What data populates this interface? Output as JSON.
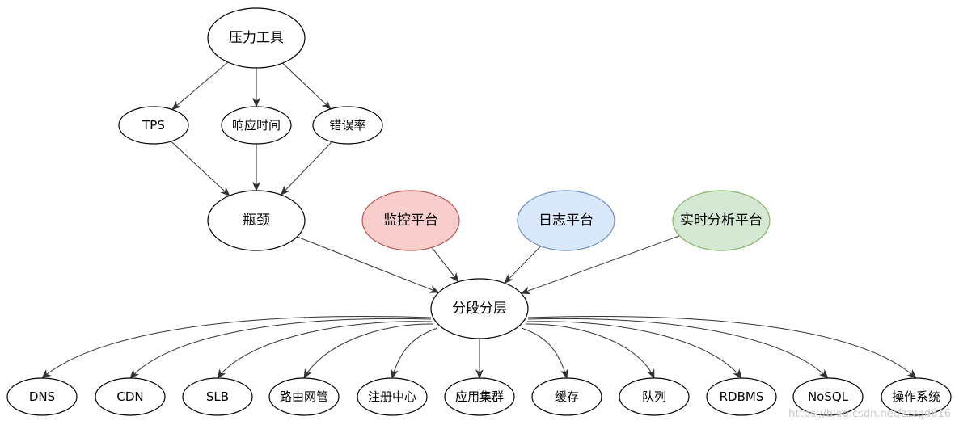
{
  "diagram": {
    "nodes": [
      {
        "id": "pressure-tool",
        "label": "压力工具"
      },
      {
        "id": "tps",
        "label": "TPS"
      },
      {
        "id": "response-time",
        "label": "响应时间"
      },
      {
        "id": "error-rate",
        "label": "错误率"
      },
      {
        "id": "bottleneck",
        "label": "瓶颈"
      },
      {
        "id": "monitoring-platform",
        "label": "监控平台",
        "fill": "#f8cecc",
        "stroke": "#b85450"
      },
      {
        "id": "log-platform",
        "label": "日志平台",
        "fill": "#dae8fc",
        "stroke": "#6c8ebf"
      },
      {
        "id": "realtime-analytics-platform",
        "label": "实时分析平台",
        "fill": "#d5e8d4",
        "stroke": "#82b366"
      },
      {
        "id": "segmented-layering",
        "label": "分段分层"
      },
      {
        "id": "dns",
        "label": "DNS"
      },
      {
        "id": "cdn",
        "label": "CDN"
      },
      {
        "id": "slb",
        "label": "SLB"
      },
      {
        "id": "routing-gateway",
        "label": "路由网管"
      },
      {
        "id": "registry",
        "label": "注册中心"
      },
      {
        "id": "app-cluster",
        "label": "应用集群"
      },
      {
        "id": "cache",
        "label": "缓存"
      },
      {
        "id": "queue",
        "label": "队列"
      },
      {
        "id": "rdbms",
        "label": "RDBMS"
      },
      {
        "id": "nosql",
        "label": "NoSQL"
      },
      {
        "id": "operating-system",
        "label": "操作系统"
      }
    ],
    "edges": [
      {
        "from": "pressure-tool",
        "to": "tps"
      },
      {
        "from": "pressure-tool",
        "to": "response-time"
      },
      {
        "from": "pressure-tool",
        "to": "error-rate"
      },
      {
        "from": "tps",
        "to": "bottleneck"
      },
      {
        "from": "response-time",
        "to": "bottleneck"
      },
      {
        "from": "error-rate",
        "to": "bottleneck"
      },
      {
        "from": "bottleneck",
        "to": "segmented-layering"
      },
      {
        "from": "monitoring-platform",
        "to": "segmented-layering"
      },
      {
        "from": "log-platform",
        "to": "segmented-layering"
      },
      {
        "from": "realtime-analytics-platform",
        "to": "segmented-layering"
      },
      {
        "from": "segmented-layering",
        "to": "dns"
      },
      {
        "from": "segmented-layering",
        "to": "cdn"
      },
      {
        "from": "segmented-layering",
        "to": "slb"
      },
      {
        "from": "segmented-layering",
        "to": "routing-gateway"
      },
      {
        "from": "segmented-layering",
        "to": "registry"
      },
      {
        "from": "segmented-layering",
        "to": "app-cluster"
      },
      {
        "from": "segmented-layering",
        "to": "cache"
      },
      {
        "from": "segmented-layering",
        "to": "queue"
      },
      {
        "from": "segmented-layering",
        "to": "rdbms"
      },
      {
        "from": "segmented-layering",
        "to": "nosql"
      },
      {
        "from": "segmented-layering",
        "to": "operating-system"
      }
    ],
    "default_fill": "#ffffff",
    "default_stroke": "#000000",
    "edge_color": "#333333"
  },
  "watermark": "https://blog.csdn.net/zzzgd816"
}
